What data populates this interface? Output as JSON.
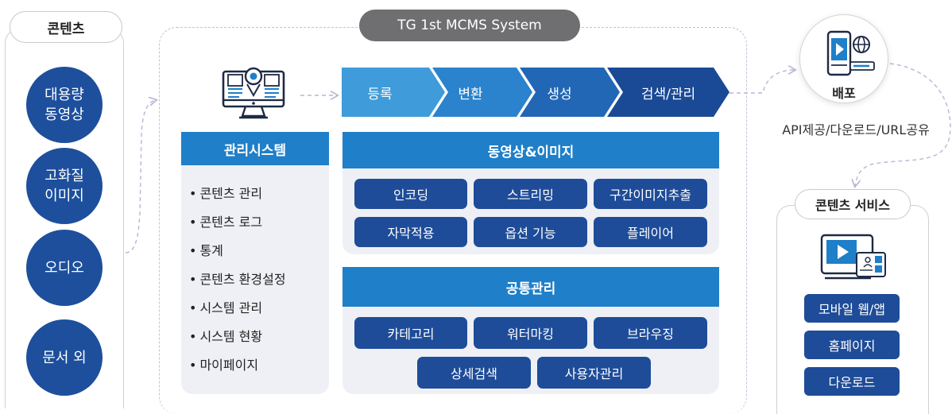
{
  "contents": {
    "title": "콘텐츠",
    "items": [
      {
        "line1": "대용량",
        "line2": "동영상"
      },
      {
        "line1": "고화질",
        "line2": "이미지"
      },
      {
        "line1": "오디오",
        "line2": ""
      },
      {
        "line1": "문서 외",
        "line2": ""
      }
    ]
  },
  "system": {
    "title": "TG 1st MCMS System",
    "steps": [
      "등록",
      "변환",
      "생성",
      "검색/관리"
    ],
    "mgmt": {
      "header": "관리시스템",
      "items": [
        "콘텐츠 관리",
        "콘텐츠 로그",
        "통계",
        "콘텐츠 환경설정",
        "시스템 관리",
        "시스템 현황",
        "마이페이지"
      ]
    },
    "media": {
      "header": "동영상&이미지",
      "buttons": [
        "인코딩",
        "스트리밍",
        "구간이미지추출",
        "자막적용",
        "옵션 기능",
        "플레이어"
      ]
    },
    "common": {
      "header": "공통관리",
      "buttons": [
        "카테고리",
        "워터마킹",
        "브라우징",
        "상세검색",
        "사용자관리"
      ]
    }
  },
  "deploy": {
    "label": "배포",
    "caption": "API제공/다운로드/URL공유"
  },
  "service": {
    "title": "콘텐츠 서비스",
    "buttons": [
      "모바일 웹/앱",
      "홈페이지",
      "다운로드"
    ]
  },
  "colors": {
    "navy": "#1e4c98",
    "blue_header": "#1f7fc8",
    "pill_gray": "#6f6f72",
    "panel_bg": "#eef0f5"
  }
}
